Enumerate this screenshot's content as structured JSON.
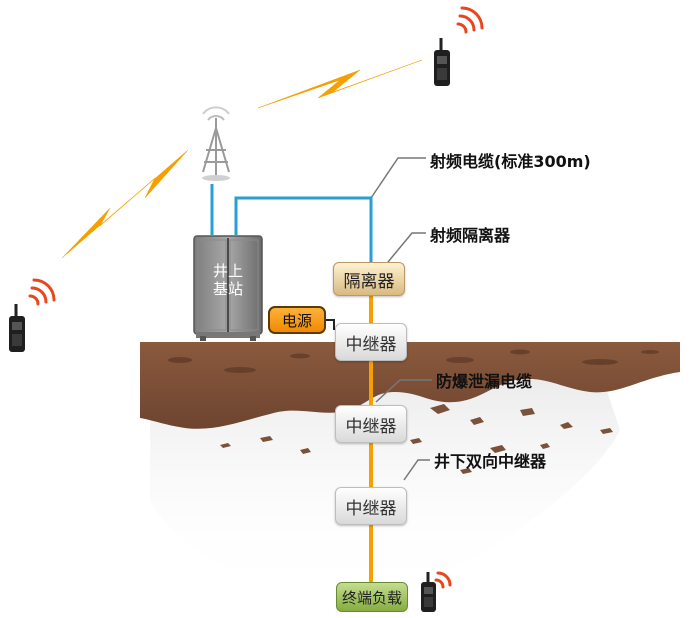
{
  "diagram": {
    "base_station_label": [
      "井上",
      "基站"
    ],
    "power_label": "电源",
    "isolator_label": "隔离器",
    "repeater_label": "中继器",
    "terminal_label": "终端负载",
    "callouts": {
      "rf_cable": "射频电缆(标准300m)",
      "rf_isolator": "射频隔离器",
      "leaky_cable": "防爆泄漏电缆",
      "repeater": "井下双向中继器"
    },
    "icons": [
      "tower-antenna-icon",
      "walkie-talkie-icon",
      "lightning-bolt-icon",
      "radio-wave-icon"
    ],
    "colors": {
      "rf_cable": "#2a9fd6",
      "leaky_cable": "#f5a000",
      "lightning": "#f5a000",
      "earth": "#8b5a3c",
      "isolator": "#e0c08a",
      "power": "#f59a10",
      "terminal": "#9bc055"
    }
  }
}
